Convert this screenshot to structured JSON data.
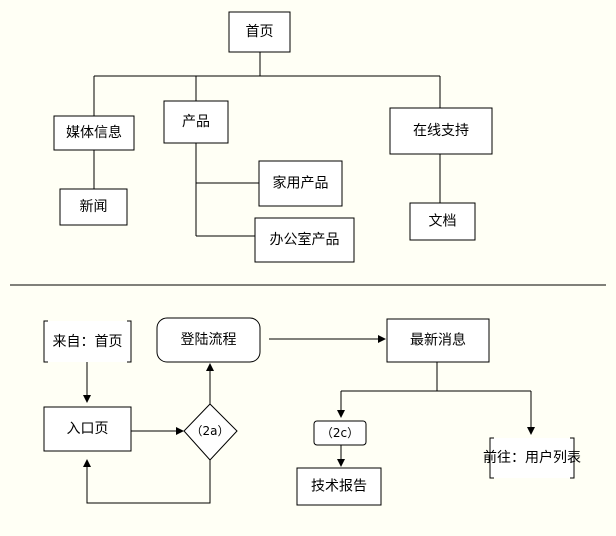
{
  "colors": {
    "background": "#FFFFF5",
    "line": "#000000",
    "node_fill": "#FFFFFF"
  },
  "sitemap": {
    "home": "首页",
    "media": "媒体信息",
    "news": "新闻",
    "products": "产品",
    "home_products": "家用产品",
    "office_products": "办公室产品",
    "support": "在线支持",
    "docs": "文档"
  },
  "flow": {
    "from_home": "来自：首页",
    "entry_page": "入口页",
    "login_flow": "登陆流程",
    "decision": "（2a）",
    "latest_news": "最新消息",
    "ref_2c": "（2c）",
    "tech_report": "技术报告",
    "goto_user_list": "前往：用户列表"
  }
}
